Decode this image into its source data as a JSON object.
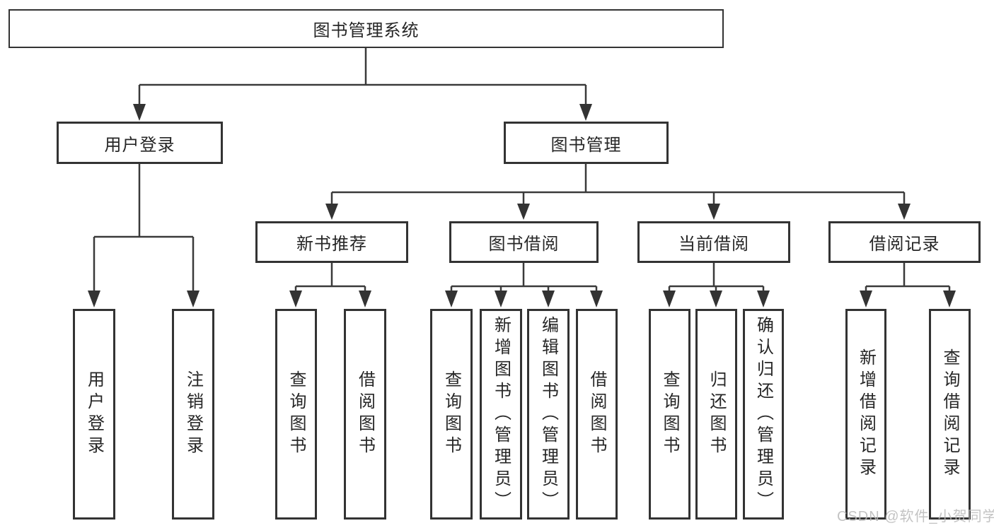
{
  "diagram": {
    "root": "图书管理系统",
    "level2": [
      "用户登录",
      "图书管理"
    ],
    "level3": [
      "新书推荐",
      "图书借阅",
      "当前借阅",
      "借阅记录"
    ],
    "leaves_user_login": [
      "用户登录",
      "注销登录"
    ],
    "leaves_new_books": [
      "查询图书",
      "借阅图书"
    ],
    "leaves_book_borrow": [
      "查询图书",
      "新增图书（管理员）",
      "编辑图书（管理员）",
      "借阅图书"
    ],
    "leaves_current_borrow": [
      "查询图书",
      "归还图书",
      "确认归还（管理员）"
    ],
    "leaves_borrow_records": [
      "新增借阅记录",
      "查询借阅记录"
    ],
    "colors": {
      "line": "#3a3a3a",
      "box_border": "#333333",
      "text": "#262626",
      "watermark": "#b9b9b9",
      "background": "#ffffff"
    }
  },
  "watermark": {
    "text": "CSDN @软件_小贺同学"
  }
}
